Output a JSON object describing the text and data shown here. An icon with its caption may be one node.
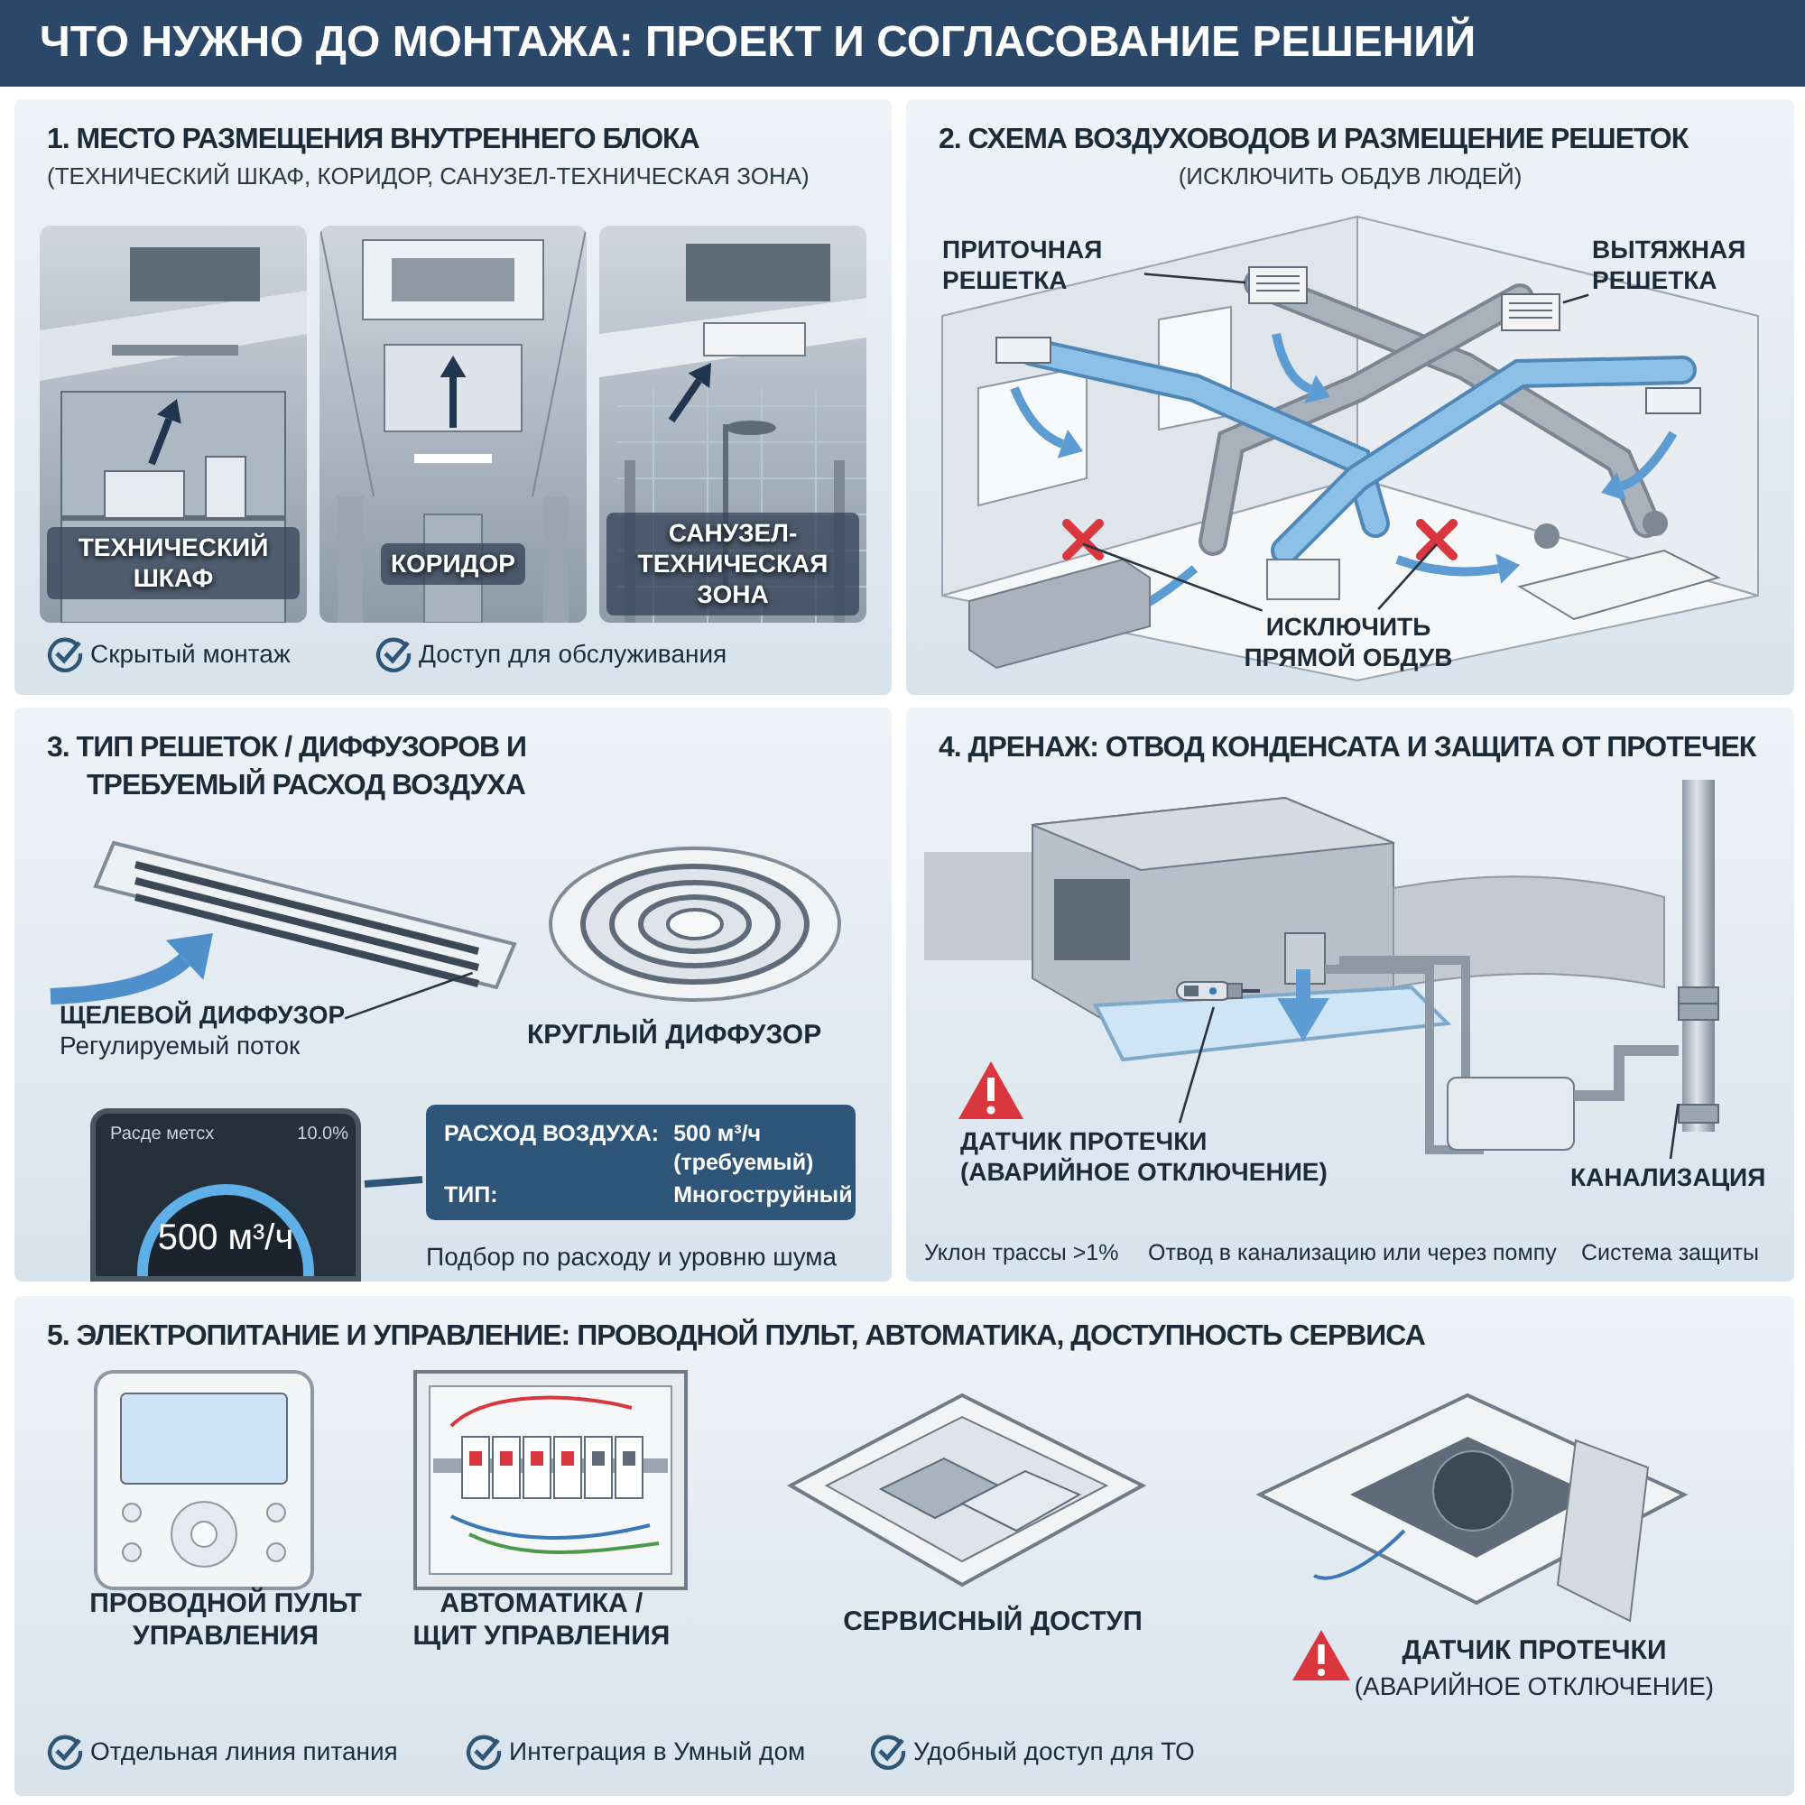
{
  "diagram": {
    "title": "ЧТО НУЖНО ДО МОНТАЖА: ПРОЕКТ И СОГЛАСОВАНИЕ РЕШЕНИЙ",
    "nodes": [
      {
        "text": [
          "1. МЕСТО РАЗМЕЩЕНИЯ ВНУТРЕННЕГО БЛОКА",
          "(ТЕХНИЧЕСКИЙ ШКАФ, КОРИДОР, САНУЗЕЛ-ТЕХНИЧЕСКАЯ ЗОНА)"
        ]
      },
      {
        "text": [
          "ТЕХНИЧЕСКИЙ ШКАФ"
        ],
        "in": 0
      },
      {
        "text": [
          "КОРИДОР"
        ],
        "in": 0
      },
      {
        "text": [
          "САНУЗЕЛ-ТЕХНИЧЕСКАЯ ЗОНА"
        ],
        "in": 0
      },
      {
        "text": [
          "2. СХЕМА ВОЗДУХОВОДОВ И РАЗМЕЩЕНИЕ РЕШЕТОК",
          "(ИСКЛЮЧИТЬ ОБДУВ ЛЮДЕЙ)"
        ]
      },
      {
        "text": [
          "ПРИТОЧНАЯ РЕШЕТКА"
        ],
        "in": 4
      },
      {
        "text": [],
        "shape": "picture",
        "in": 4
      },
      {
        "text": [
          "ВЫТЯЖНАЯ РЕШЕТКА"
        ],
        "in": 4
      },
      {
        "text": [],
        "shape": "picture",
        "in": 4
      },
      {
        "text": [
          "ИСКЛЮЧИТЬ ПРЯМОЙ ОБДУВ"
        ],
        "in": 4
      },
      {
        "text": [],
        "shape": "cross",
        "in": 4
      },
      {
        "text": [],
        "shape": "cross",
        "in": 4
      },
      {
        "text": [
          "3. ТИП РЕШЕТОК / ДИФФУЗОРОВ И ТРЕБУЕМЫЙ РАСХОД ВОЗДУХА"
        ]
      },
      {
        "text": [
          "ЩЕЛЕВОЙ ДИФФУЗОР",
          "Регулируемый поток"
        ],
        "in": 12
      },
      {
        "text": [],
        "shape": "picture",
        "in": 12
      },
      {
        "text": [
          "Расде метсх",
          "10.0%",
          "500 м³/ч"
        ],
        "in": 12
      },
      {
        "text": [
          "РАСХОД ВОЗДУХА:",
          "500 м³/ч (требуемый)",
          "ТИП:",
          "Многоструйный"
        ],
        "in": 12
      },
      {
        "text": [
          "4. ДРЕНАЖ: ОТВОД КОНДЕНСАТА И ЗАЩИТА ОТ ПРОТЕЧЕК"
        ]
      },
      {
        "text": [
          "ДАТЧИК ПРОТЕЧКИ (АВАРИЙНОЕ ОТКЛЮЧЕНИЕ)"
        ],
        "in": 17
      },
      {
        "text": [],
        "shape": "picture",
        "in": 17
      },
      {
        "text": [
          "КАНАЛИЗАЦИЯ"
        ],
        "in": 17
      },
      {
        "text": [],
        "shape": "picture",
        "in": 17
      },
      {
        "text": [
          "5. ЭЛЕКТРОПИТАНИЕ И УПРАВЛЕНИЕ: ПРОВОДНОЙ ПУЛЬТ, АВТОМАТИКА, ДОСТУПНОСТЬ СЕРВИСА"
        ]
      }
    ],
    "edges": [
      {
        "from": 5,
        "to": 6,
        "arrow": "none"
      },
      {
        "from": 7,
        "to": 8,
        "arrow": "none"
      },
      {
        "from": 9,
        "to": 10,
        "arrow": "none"
      },
      {
        "from": 9,
        "to": 11,
        "arrow": "none"
      },
      {
        "from": 13,
        "to": 14,
        "arrow": "none"
      },
      {
        "from": 16,
        "to": 15,
        "arrow": "none",
        "style": "thick",
        "color": "#2f5578"
      },
      {
        "from": 18,
        "to": 19,
        "arrow": "none"
      },
      {
        "from": 20,
        "to": 21,
        "arrow": "none"
      }
    ],
    "labels": [
      "Скрытый монтаж",
      "Доступ для обслуживания",
      "КРУГЛЫЙ ДИФФУЗОР",
      "Подбор по расходу и уровню шума",
      "Уклон трассы >1%",
      "Отвод в канализацию или через помпу",
      "Система защиты",
      "ПРОВОДНОЙ ПУЛЬТ УПРАВЛЕНИЯ",
      "АВТОМАТИКА / ЩИТ УПРАВЛЕНИЯ",
      "СЕРВИСНЫЙ ДОСТУП",
      "ДАТЧИК ПРОТЕЧКИ",
      "(АВАРИЙНОЕ ОТКЛЮЧЕНИЕ)",
      "Отдельная линия питания",
      "Интеграция в Умный дом",
      "Удобный доступ для ТО"
    ]
  }
}
